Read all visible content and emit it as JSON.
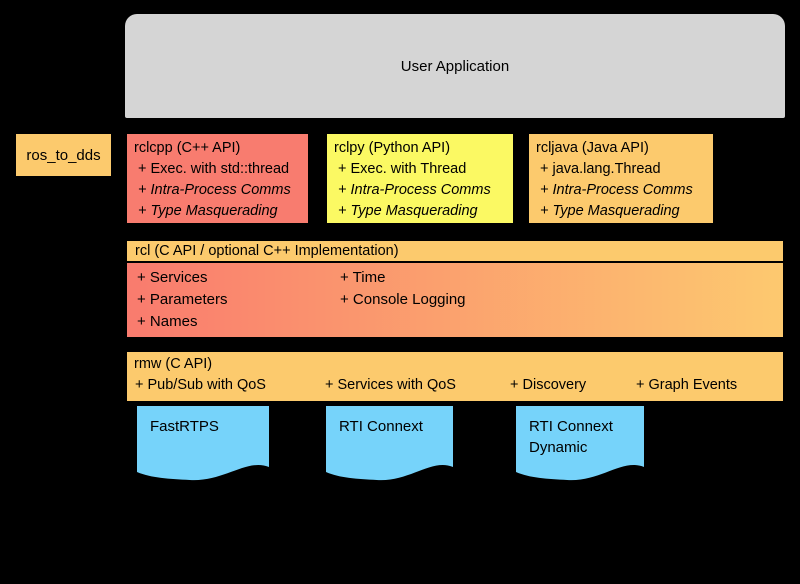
{
  "colors": {
    "background": "#000000",
    "gray": "#d5d5d5",
    "salmon": "#f87c6f",
    "yellow": "#fbf963",
    "orange": "#fcca6d",
    "blue": "#76d3fa",
    "rcl_gradient_left": "#f97b6e",
    "rcl_gradient_right": "#fdc96f"
  },
  "user_application": {
    "label": "User Application"
  },
  "ros_to_dds": {
    "label": "ros_to_dds"
  },
  "client_libraries": [
    {
      "title": "rclcpp (C++ API)",
      "items": [
        "+ Exec. with std::thread",
        "+ Intra-Process Comms",
        "+ Type Masquerading"
      ]
    },
    {
      "title": "rclpy (Python API)",
      "items": [
        "+ Exec. with Thread",
        "+ Intra-Process Comms",
        "+ Type Masquerading"
      ]
    },
    {
      "title": "rcljava (Java API)",
      "items": [
        "+ java.lang.Thread",
        "+ Intra-Process Comms",
        "+ Type Masquerading"
      ]
    }
  ],
  "rcl": {
    "title": "rcl (C API / optional C++ Implementation)",
    "columns": [
      [
        "+ Services",
        "+ Parameters",
        "+ Names"
      ],
      [
        "+ Time",
        "+ Console Logging"
      ]
    ]
  },
  "rmw": {
    "title": "rmw (C API)",
    "items": [
      "+ Pub/Sub with QoS",
      "+ Services with QoS",
      "+ Discovery",
      "+ Graph Events"
    ]
  },
  "dds_implementations": [
    {
      "label": "FastRTPS"
    },
    {
      "label": "RTI Connext"
    },
    {
      "label": "RTI Connext Dynamic"
    }
  ]
}
